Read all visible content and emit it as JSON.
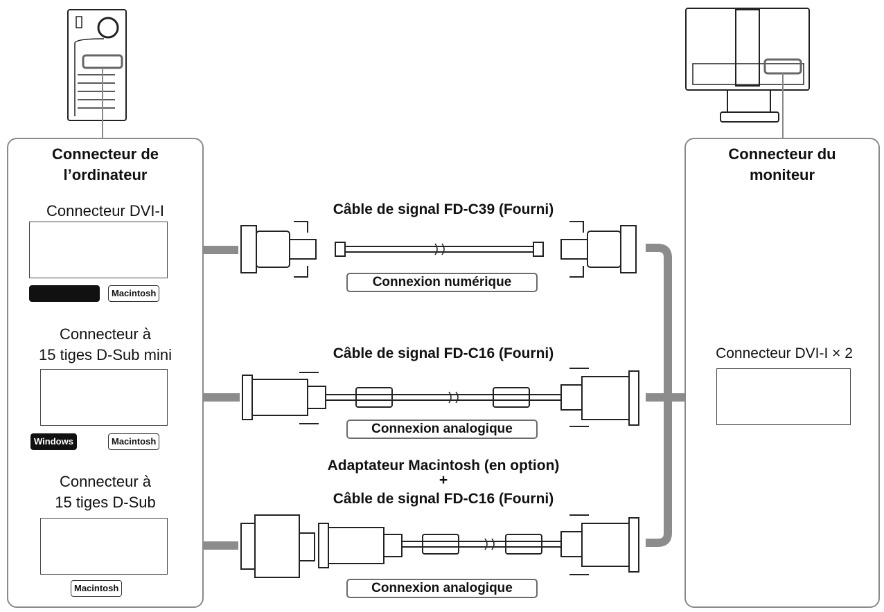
{
  "left_panel": {
    "title_line1": "Connecteur de",
    "title_line2": "l’ordinateur",
    "connectors": [
      {
        "label_line1": "Connecteur DVI-I",
        "label_line2": "",
        "badges": [
          "",
          "Macintosh"
        ]
      },
      {
        "label_line1": "Connecteur à",
        "label_line2": "15 tiges D-Sub mini",
        "badges": [
          "Windows",
          "Macintosh"
        ]
      },
      {
        "label_line1": "Connecteur à",
        "label_line2": "15 tiges D-Sub",
        "badges": [
          "Macintosh"
        ]
      }
    ]
  },
  "right_panel": {
    "title_line1": "Connecteur du",
    "title_line2": "moniteur",
    "connector_label": "Connecteur DVI-I × 2"
  },
  "cables": [
    {
      "title_lines": [
        "Câble de signal FD-C39 (Fourni)"
      ],
      "connection": "Connexion numérique"
    },
    {
      "title_lines": [
        "Câble de signal FD-C16 (Fourni)"
      ],
      "connection": "Connexion analogique"
    },
    {
      "title_lines": [
        "Adaptateur Macintosh (en option)",
        "+",
        "Câble de signal FD-C16 (Fourni)"
      ],
      "connection": "Connexion analogique"
    }
  ],
  "colors": {
    "panel_border": "#8a8a8a",
    "arrow": "#8c8c8c",
    "badge_dark": "#111111"
  }
}
